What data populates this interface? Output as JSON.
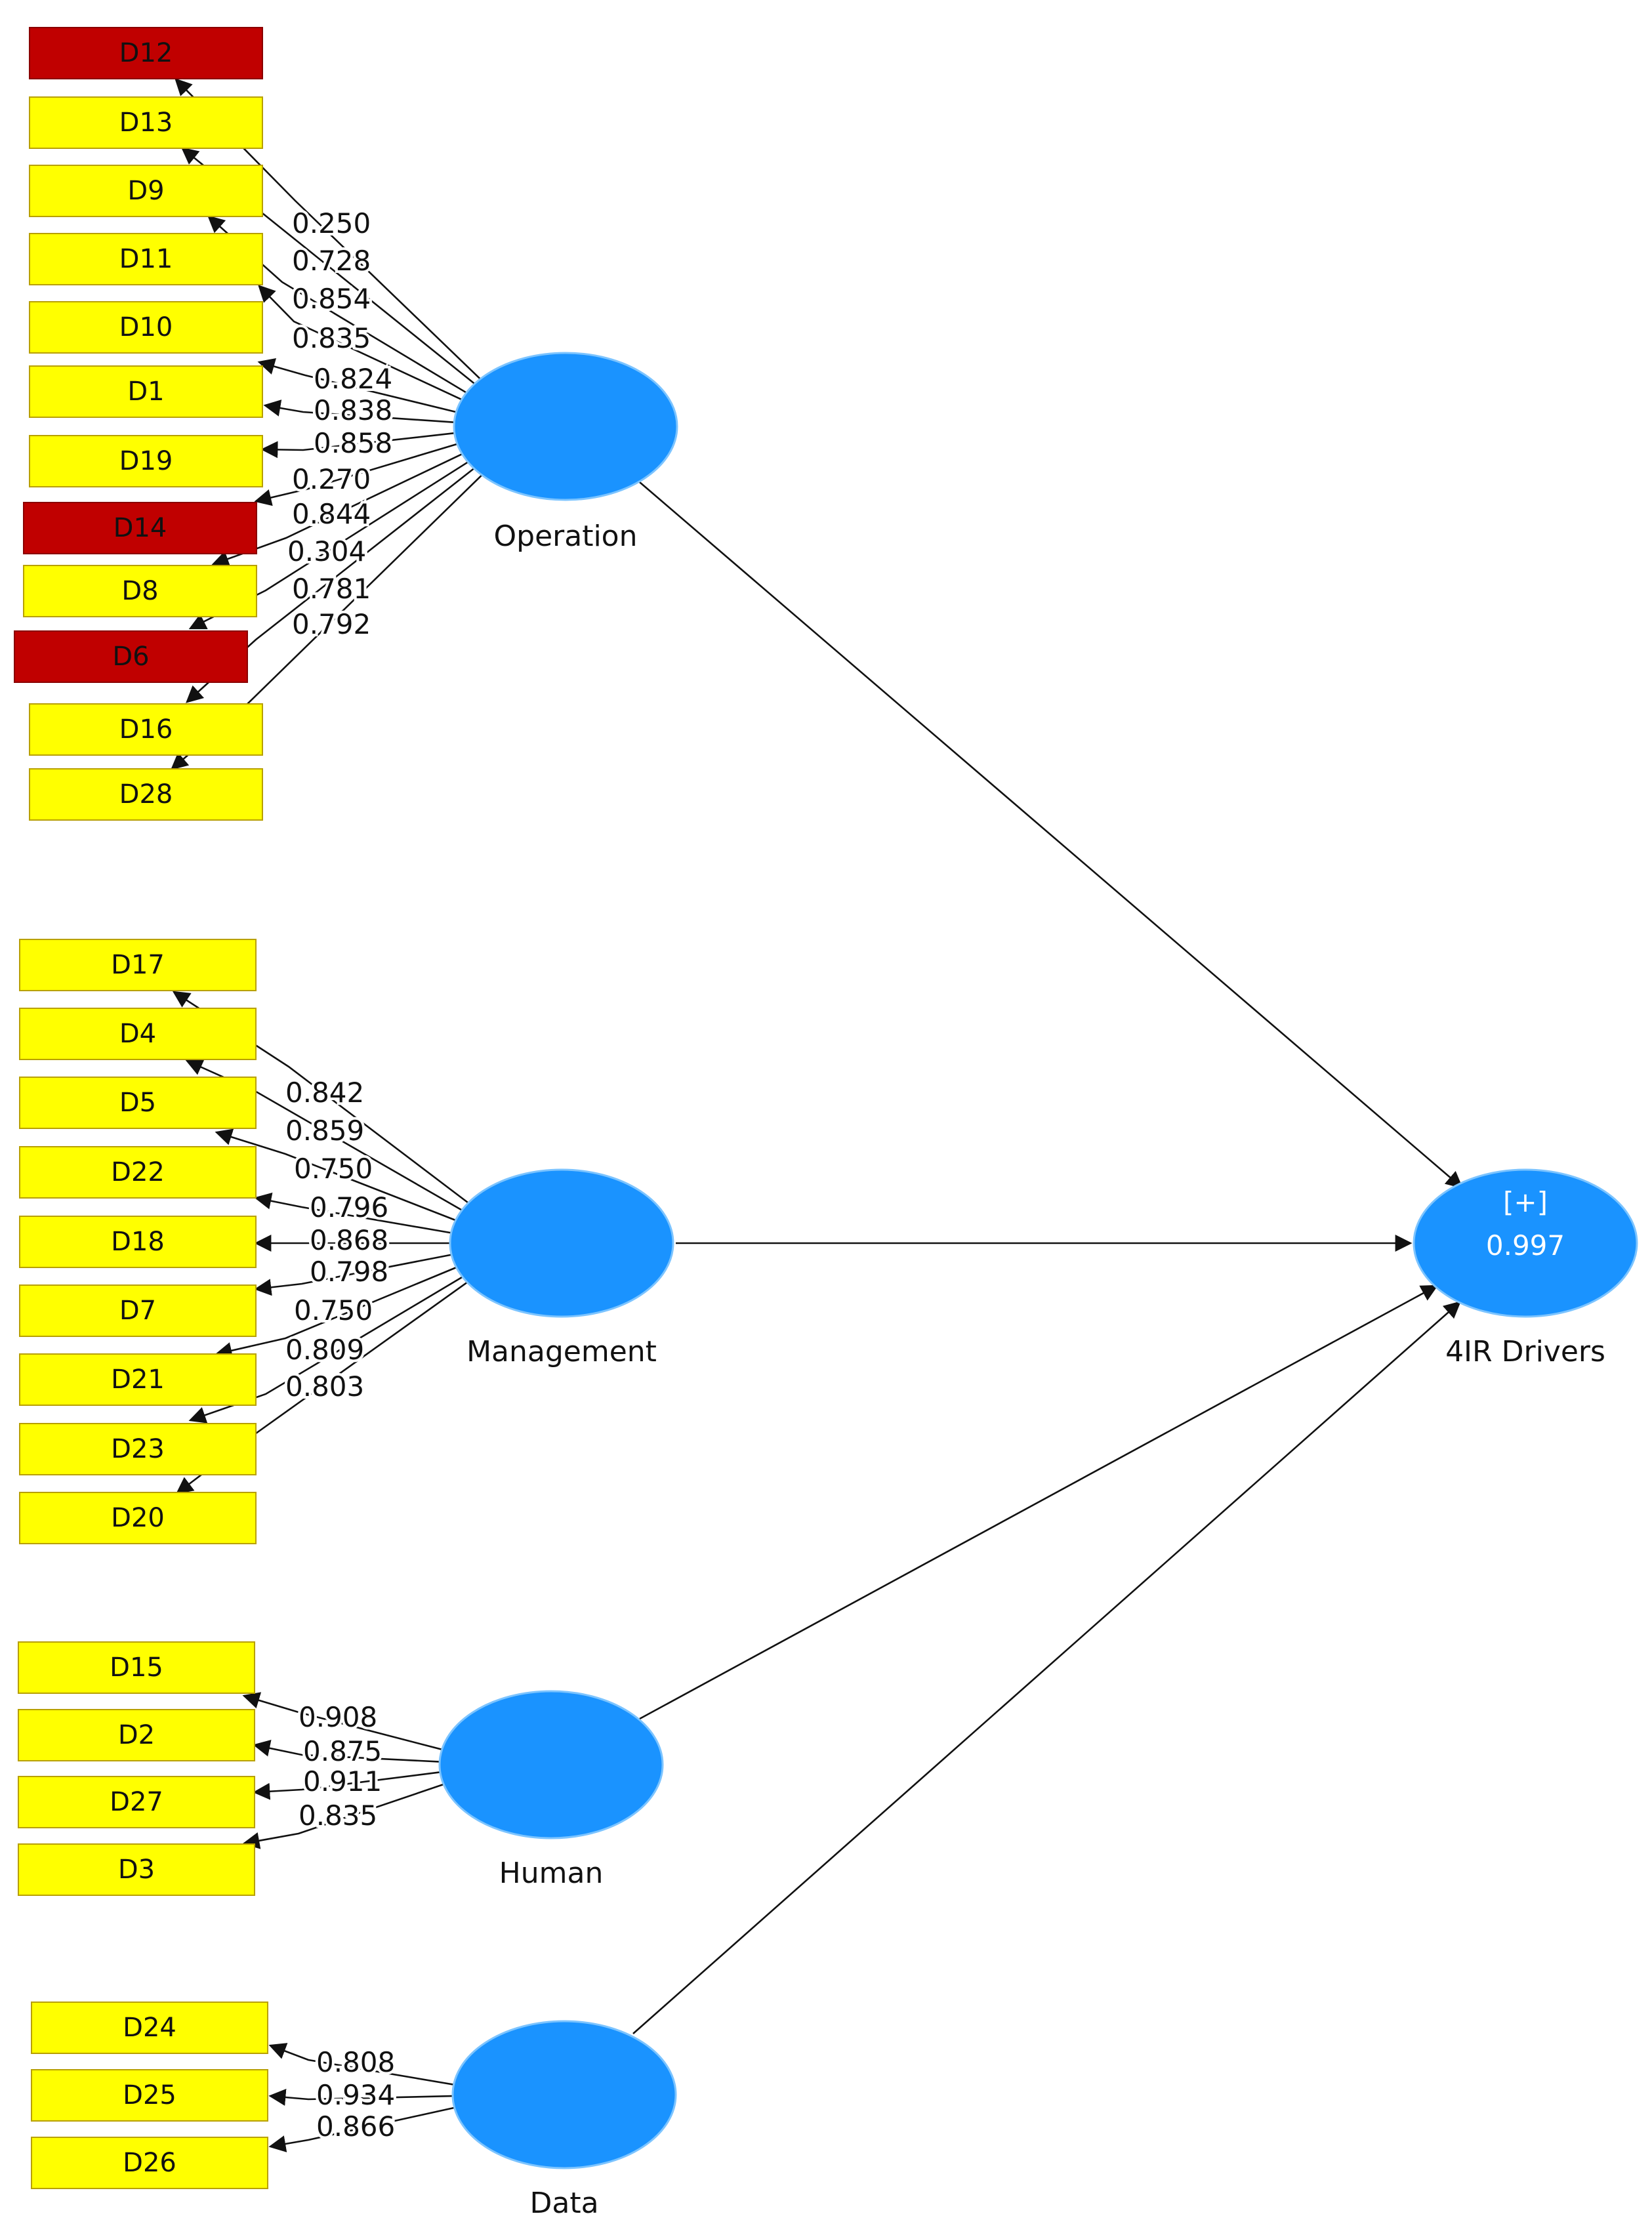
{
  "colors": {
    "indicator_ok": "#ffff00",
    "indicator_weak": "#c00000",
    "construct": "#1a93ff",
    "line": "#111111"
  },
  "constructs": {
    "operation": {
      "label": "Operation"
    },
    "management": {
      "label": "Management"
    },
    "human": {
      "label": "Human"
    },
    "data": {
      "label": "Data"
    },
    "drivers": {
      "label": "4IR Drivers",
      "expand_symbol": "[+]",
      "r_squared": "0.997"
    }
  },
  "indicators": {
    "operation": [
      {
        "id": "D12",
        "loading": "0.250",
        "weak": true
      },
      {
        "id": "D13",
        "loading": "0.728",
        "weak": false
      },
      {
        "id": "D9",
        "loading": "0.854",
        "weak": false
      },
      {
        "id": "D11",
        "loading": "0.835",
        "weak": false
      },
      {
        "id": "D10",
        "loading": "0.824",
        "weak": false
      },
      {
        "id": "D1",
        "loading": "0.838",
        "weak": false
      },
      {
        "id": "D19",
        "loading": "0.858",
        "weak": false
      },
      {
        "id": "D14",
        "loading": "0.270",
        "weak": true
      },
      {
        "id": "D8",
        "loading": "0.844",
        "weak": false
      },
      {
        "id": "D6",
        "loading": "0.304",
        "weak": true
      },
      {
        "id": "D16",
        "loading": "0.781",
        "weak": false
      },
      {
        "id": "D28",
        "loading": "0.792",
        "weak": false
      }
    ],
    "management": [
      {
        "id": "D17",
        "loading": "0.842"
      },
      {
        "id": "D4",
        "loading": "0.859"
      },
      {
        "id": "D5",
        "loading": "0.750"
      },
      {
        "id": "D22",
        "loading": "0.796"
      },
      {
        "id": "D18",
        "loading": "0.868"
      },
      {
        "id": "D7",
        "loading": "0.798"
      },
      {
        "id": "D21",
        "loading": "0.750"
      },
      {
        "id": "D23",
        "loading": "0.809"
      },
      {
        "id": "D20",
        "loading": "0.803"
      }
    ],
    "human": [
      {
        "id": "D15",
        "loading": "0.908"
      },
      {
        "id": "D2",
        "loading": "0.875"
      },
      {
        "id": "D27",
        "loading": "0.911"
      },
      {
        "id": "D3",
        "loading": "0.835"
      }
    ],
    "data": [
      {
        "id": "D24",
        "loading": "0.808"
      },
      {
        "id": "D25",
        "loading": "0.934"
      },
      {
        "id": "D26",
        "loading": "0.866"
      }
    ]
  }
}
